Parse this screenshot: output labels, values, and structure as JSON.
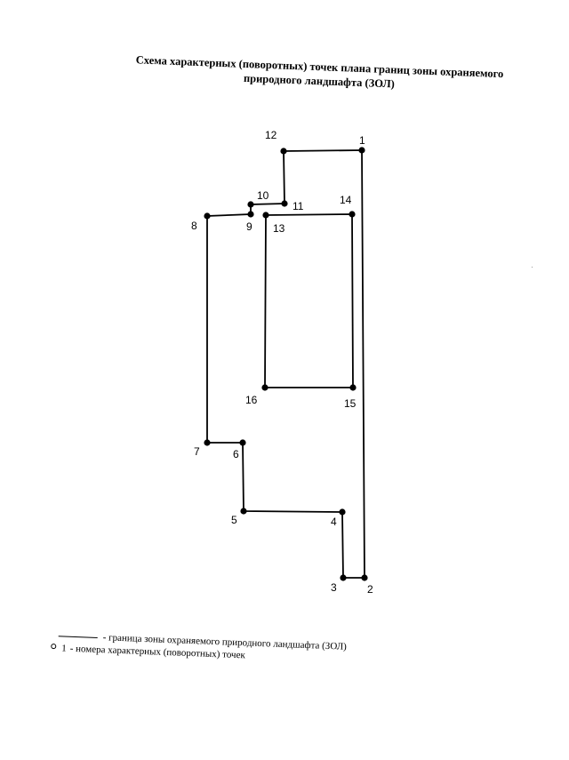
{
  "title": {
    "line1": "Схема характерных (поворотных) точек плана границ зоны охраняемого",
    "line2": "природного ландшафта (ЗОЛ)"
  },
  "boundary_outer": [
    "1",
    "2",
    "3",
    "4",
    "5",
    "6",
    "7",
    "8",
    "9",
    "10",
    "11",
    "12"
  ],
  "boundary_inner": [
    "13",
    "14",
    "15",
    "16"
  ],
  "points": [
    {
      "id": "1",
      "label": "1"
    },
    {
      "id": "2",
      "label": "2"
    },
    {
      "id": "3",
      "label": "3"
    },
    {
      "id": "4",
      "label": "4"
    },
    {
      "id": "5",
      "label": "5"
    },
    {
      "id": "6",
      "label": "6"
    },
    {
      "id": "7",
      "label": "7"
    },
    {
      "id": "8",
      "label": "8"
    },
    {
      "id": "9",
      "label": "9"
    },
    {
      "id": "10",
      "label": "10"
    },
    {
      "id": "11",
      "label": "11"
    },
    {
      "id": "12",
      "label": "12"
    },
    {
      "id": "13",
      "label": "13"
    },
    {
      "id": "14",
      "label": "14"
    },
    {
      "id": "15",
      "label": "15"
    },
    {
      "id": "16",
      "label": "16"
    }
  ],
  "legend": {
    "boundary_text": "- граница зоны охраняемого природного ландшафта (ЗОЛ)",
    "point_number": "1",
    "point_text": "- номера характерных (поворотных) точек"
  },
  "colors": {
    "line": "#000000",
    "point": "#000000",
    "background": "#ffffff"
  }
}
